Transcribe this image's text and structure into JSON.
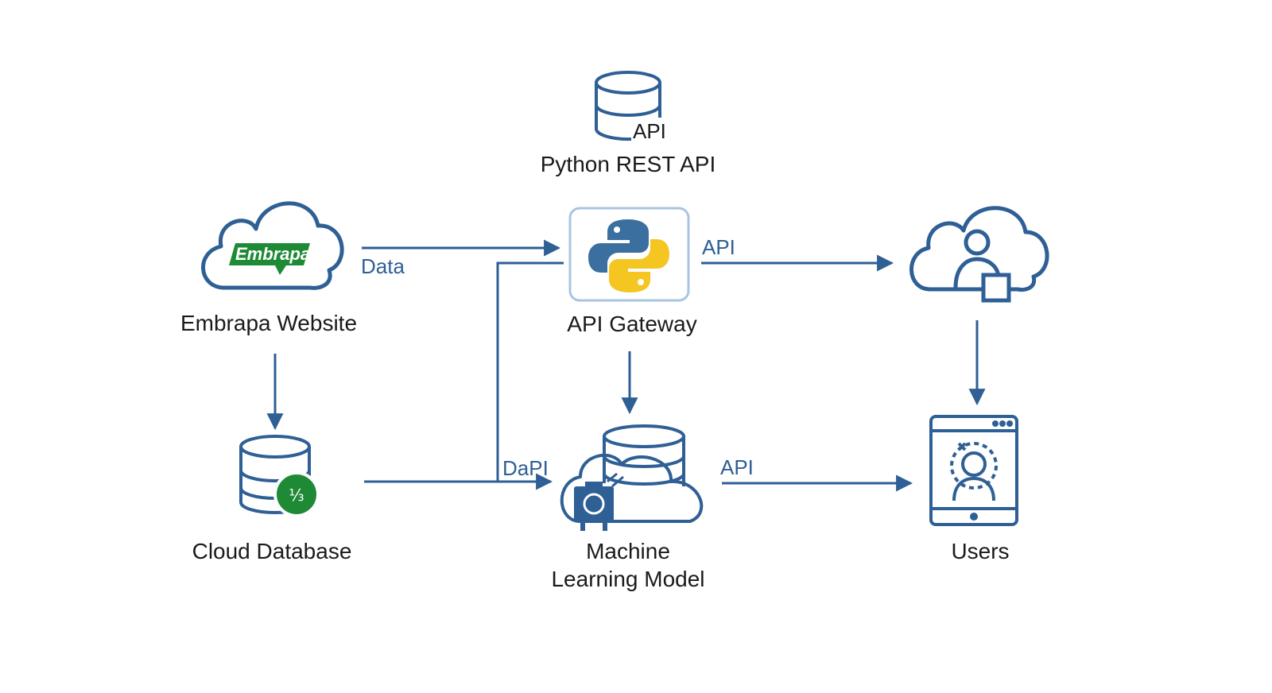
{
  "colors": {
    "stroke": "#2e5f95",
    "text": "#1a1a1a",
    "edge_text": "#2e5f95",
    "embrapa_green": "#1e8a35",
    "python_blue": "#3a6fa0",
    "python_yellow": "#f5c521",
    "gateway_border": "#a9c4e2"
  },
  "nodes": {
    "python_rest_api": {
      "label": "Python REST API",
      "icon": "database-icon",
      "icon_text": "API"
    },
    "embrapa_website": {
      "label": "Embrapa Website",
      "icon": "cloud-icon",
      "logo_text": "Embrapa"
    },
    "api_gateway": {
      "label": "API Gateway",
      "icon": "python-logo-icon"
    },
    "cloud_user": {
      "icon": "cloud-user-icon"
    },
    "cloud_database": {
      "label": "Cloud Database",
      "icon": "database-icon"
    },
    "ml_model": {
      "label_line1": "Machine",
      "label_line2": "Learning Model",
      "icon": "cloud-database-robot-icon"
    },
    "users": {
      "label": "Users",
      "icon": "tablet-user-icon"
    }
  },
  "edges": {
    "website_to_gateway": "Data",
    "gateway_to_cloud_user": "API",
    "database_to_ml": "DaPI",
    "ml_to_users": "API"
  }
}
